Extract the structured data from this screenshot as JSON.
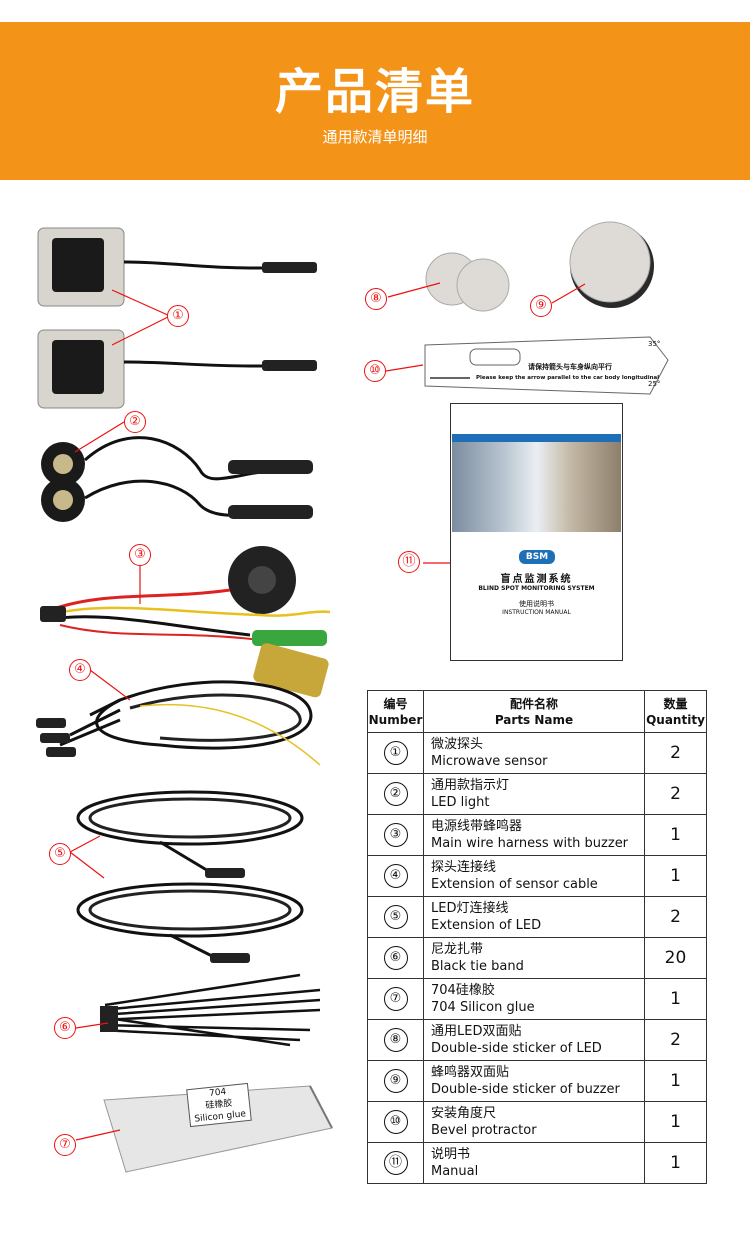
{
  "header": {
    "title": "产品清单",
    "subtitle": "通用款清单明细"
  },
  "colors": {
    "banner": "#f39419",
    "callout": "#ee1111",
    "manual_accent": "#1f6fb8"
  },
  "callouts": [
    "①",
    "②",
    "③",
    "④",
    "⑤",
    "⑥",
    "⑦",
    "⑧",
    "⑨",
    "⑩",
    "⑪"
  ],
  "protractor": {
    "line1": "请保持箭头与车身纵向平行",
    "line2": "Please keep the arrow parallel to the car body longitudinal",
    "tick_top": "35°",
    "tick_bottom": "25°"
  },
  "manual": {
    "logo": "BSM",
    "title_cn": "盲点监测系统",
    "title_en": "BLIND SPOT MONITORING SYSTEM",
    "subtitle_cn": "使用说明书",
    "subtitle_en": "INSTRUCTION MANUAL"
  },
  "silicon_tube": {
    "line1": "704",
    "line2": "硅橡胶",
    "line3": "Silicon glue"
  },
  "table": {
    "headers": {
      "number_cn": "编号",
      "number_en": "Number",
      "name_cn": "配件名称",
      "name_en": "Parts Name",
      "qty_cn": "数量",
      "qty_en": "Quantity"
    },
    "rows": [
      {
        "num": "①",
        "cn": "微波探头",
        "en": "Microwave sensor",
        "qty": "2"
      },
      {
        "num": "②",
        "cn": "通用款指示灯",
        "en": "LED light",
        "qty": "2"
      },
      {
        "num": "③",
        "cn": "电源线带蜂鸣器",
        "en": "Main wire harness with buzzer",
        "qty": "1"
      },
      {
        "num": "④",
        "cn": "探头连接线",
        "en": "Extension of sensor cable",
        "qty": "1"
      },
      {
        "num": "⑤",
        "cn": "LED灯连接线",
        "en": "Extension of  LED",
        "qty": "2"
      },
      {
        "num": "⑥",
        "cn": "尼龙扎带",
        "en": "Black tie band",
        "qty": "20"
      },
      {
        "num": "⑦",
        "cn": "704硅橡胶",
        "en": "704 Silicon glue",
        "qty": "1"
      },
      {
        "num": "⑧",
        "cn": "通用LED双面贴",
        "en": "Double-side sticker of LED",
        "qty": "2"
      },
      {
        "num": "⑨",
        "cn": "蜂鸣器双面贴",
        "en": "Double-side sticker of buzzer",
        "qty": "1"
      },
      {
        "num": "⑩",
        "cn": "安装角度尺",
        "en": "Bevel protractor",
        "qty": "1"
      },
      {
        "num": "⑪",
        "cn": "说明书",
        "en": "Manual",
        "qty": "1"
      }
    ]
  }
}
